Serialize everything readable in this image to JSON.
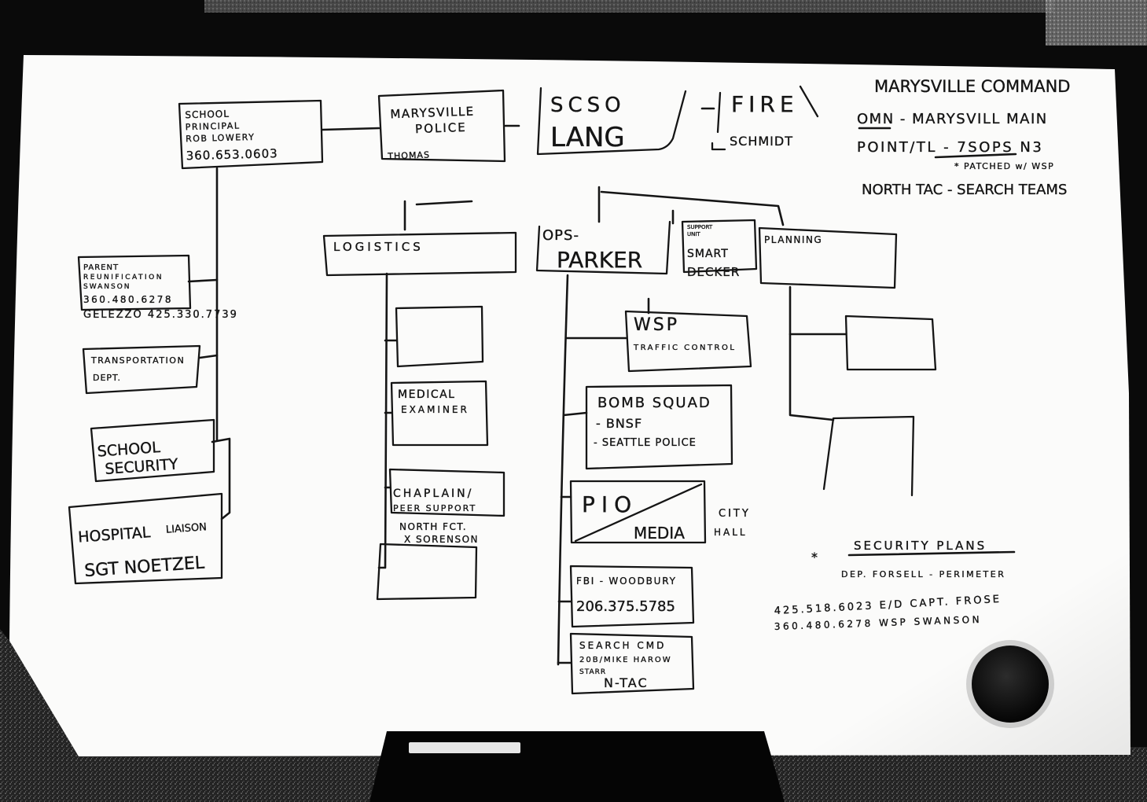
{
  "colors": {
    "surround": "#0a0a0a",
    "board": "#fbfbfa",
    "ink": "#151515",
    "tray": "#050505",
    "magnet": "#161616"
  },
  "command": {
    "school_principal": [
      "SCHOOL",
      "PRINCIPAL",
      "ROB LOWERY",
      "360.653.0603"
    ],
    "marysville_police": [
      "MARYSVILLE",
      "POLICE",
      "THOMAS"
    ],
    "scso": [
      "SCSO",
      "LANG"
    ],
    "fire": [
      "FIRE",
      "SCHMIDT"
    ]
  },
  "legend": [
    "MARYSVILLE COMMAND",
    "OMN - MARYSVILL MAIN",
    "POINT/TL - 7SOPS N3",
    "* PATCHED w/ WSP",
    "NORTH TAC - SEARCH TEAMS"
  ],
  "sections": {
    "logistics": "LOGISTICS",
    "ops": [
      "OPS-",
      "PARKER"
    ],
    "support_unit": [
      "SUPPORT",
      "UNIT",
      "SMART",
      "DECKER"
    ],
    "planning": "PLANNING"
  },
  "school_branch": {
    "parent_reunification": {
      "lines": [
        "PARENT",
        "REUNIFICATION",
        "SWANSON",
        "360.480.6278"
      ],
      "note": "GELEZZO 425.330.7739"
    },
    "transportation": [
      "TRANSPORTATION",
      "DEPT."
    ],
    "school_security": [
      "SCHOOL",
      "SECURITY"
    ],
    "hospital_liaison": [
      "HOSPITAL",
      "LIAISON",
      "SGT NOETZEL"
    ]
  },
  "logistics_branch": {
    "medical_examiner": [
      "MEDICAL",
      "EXAMINER"
    ],
    "chaplain": {
      "lines": [
        "CHAPLAIN/",
        "PEER SUPPORT"
      ],
      "note": [
        "NORTH FCT.",
        "X SORENSON"
      ]
    }
  },
  "ops_branch": {
    "wsp": [
      "WSP",
      "TRAFFIC CONTROL"
    ],
    "bomb_squad": [
      "BOMB SQUAD",
      "- BNSF",
      "- SEATTLE POLICE"
    ],
    "pio": {
      "lines": [
        "PIO",
        "MEDIA"
      ],
      "side": [
        "CITY",
        "HALL"
      ]
    },
    "fbi": [
      "FBI - WOODBURY",
      "206.375.5785"
    ],
    "search_cmd": [
      "SEARCH CMD",
      "20B/MIKE HAROW",
      "STARR",
      "N-TAC"
    ]
  },
  "notes": {
    "security": [
      "*",
      "SECURITY PLANS",
      "DEP. FORSELL - PERIMETER"
    ],
    "contacts": [
      "425.518.6023 E/D CAPT. FROSE",
      "360.480.6278 WSP SWANSON"
    ]
  }
}
